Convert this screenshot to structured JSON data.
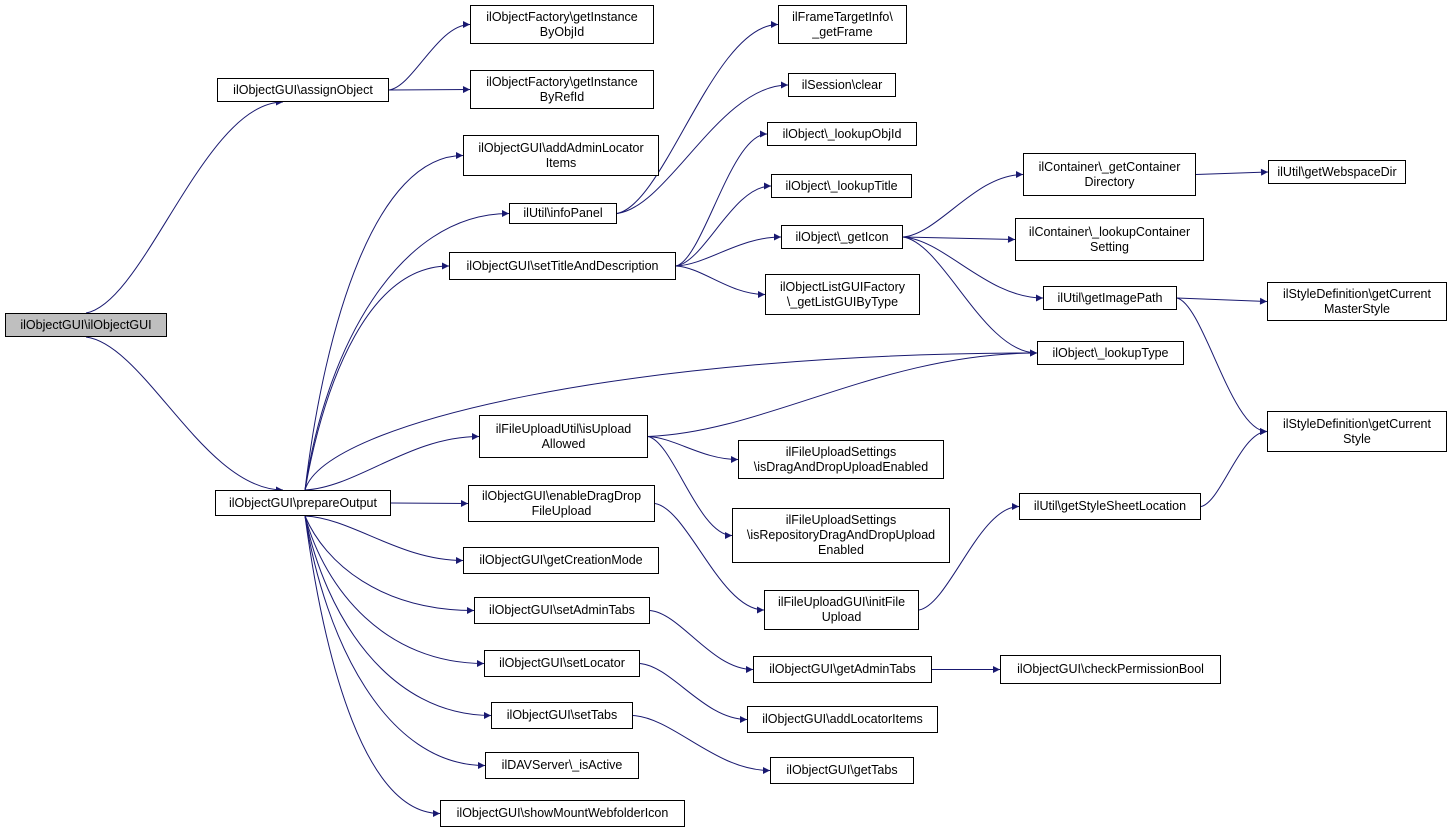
{
  "nodes": [
    {
      "id": "root",
      "label": "ilObjectGUI\\ilObjectGUI",
      "root": true
    },
    {
      "id": "assignObject",
      "label": "ilObjectGUI\\assignObject"
    },
    {
      "id": "prepareOutput",
      "label": "ilObjectGUI\\prepareOutput"
    },
    {
      "id": "getInstanceByObjId",
      "label": "ilObjectFactory\\getInstance\nByObjId"
    },
    {
      "id": "getInstanceByRefId",
      "label": "ilObjectFactory\\getInstance\nByRefId"
    },
    {
      "id": "addAdminLocatorItems",
      "label": "ilObjectGUI\\addAdminLocator\nItems"
    },
    {
      "id": "infoPanel",
      "label": "ilUtil\\infoPanel"
    },
    {
      "id": "setTitleAndDescription",
      "label": "ilObjectGUI\\setTitleAndDescription"
    },
    {
      "id": "getFrame",
      "label": "ilFrameTargetInfo\\\n_getFrame"
    },
    {
      "id": "sessionClear",
      "label": "ilSession\\clear"
    },
    {
      "id": "lookupObjId",
      "label": "ilObject\\_lookupObjId"
    },
    {
      "id": "lookupTitle",
      "label": "ilObject\\_lookupTitle"
    },
    {
      "id": "getIcon",
      "label": "ilObject\\_getIcon"
    },
    {
      "id": "getListGUIByType",
      "label": "ilObjectListGUIFactory\n\\_getListGUIByType"
    },
    {
      "id": "getContainerDirectory",
      "label": "ilContainer\\_getContainer\nDirectory"
    },
    {
      "id": "lookupContainerSetting",
      "label": "ilContainer\\_lookupContainer\nSetting"
    },
    {
      "id": "getImagePath",
      "label": "ilUtil\\getImagePath"
    },
    {
      "id": "lookupType",
      "label": "ilObject\\_lookupType"
    },
    {
      "id": "getWebspaceDir",
      "label": "ilUtil\\getWebspaceDir"
    },
    {
      "id": "getCurrentMasterStyle",
      "label": "ilStyleDefinition\\getCurrent\nMasterStyle"
    },
    {
      "id": "getCurrentStyle",
      "label": "ilStyleDefinition\\getCurrent\nStyle"
    },
    {
      "id": "isUploadAllowed",
      "label": "ilFileUploadUtil\\isUpload\nAllowed"
    },
    {
      "id": "isDragAndDropUploadEnabled",
      "label": "ilFileUploadSettings\n\\isDragAndDropUploadEnabled"
    },
    {
      "id": "isRepositoryDragAndDropUploadEnabled",
      "label": "ilFileUploadSettings\n\\isRepositoryDragAndDropUpload\nEnabled"
    },
    {
      "id": "enableDragDropFileUpload",
      "label": "ilObjectGUI\\enableDragDrop\nFileUpload"
    },
    {
      "id": "getCreationMode",
      "label": "ilObjectGUI\\getCreationMode"
    },
    {
      "id": "setAdminTabs",
      "label": "ilObjectGUI\\setAdminTabs"
    },
    {
      "id": "setLocator",
      "label": "ilObjectGUI\\setLocator"
    },
    {
      "id": "setTabs",
      "label": "ilObjectGUI\\setTabs"
    },
    {
      "id": "isActive",
      "label": "ilDAVServer\\_isActive"
    },
    {
      "id": "showMountWebfolderIcon",
      "label": "ilObjectGUI\\showMountWebfolderIcon"
    },
    {
      "id": "getStyleSheetLocation",
      "label": "ilUtil\\getStyleSheetLocation"
    },
    {
      "id": "initFileUpload",
      "label": "ilFileUploadGUI\\initFile\nUpload"
    },
    {
      "id": "getAdminTabs",
      "label": "ilObjectGUI\\getAdminTabs"
    },
    {
      "id": "checkPermissionBool",
      "label": "ilObjectGUI\\checkPermissionBool"
    },
    {
      "id": "addLocatorItems",
      "label": "ilObjectGUI\\addLocatorItems"
    },
    {
      "id": "getTabs",
      "label": "ilObjectGUI\\getTabs"
    }
  ],
  "edges": [
    [
      "root",
      "assignObject"
    ],
    [
      "root",
      "prepareOutput"
    ],
    [
      "assignObject",
      "getInstanceByObjId"
    ],
    [
      "assignObject",
      "getInstanceByRefId"
    ],
    [
      "prepareOutput",
      "addAdminLocatorItems"
    ],
    [
      "prepareOutput",
      "infoPanel"
    ],
    [
      "prepareOutput",
      "setTitleAndDescription"
    ],
    [
      "prepareOutput",
      "lookupType"
    ],
    [
      "prepareOutput",
      "isUploadAllowed"
    ],
    [
      "prepareOutput",
      "enableDragDropFileUpload"
    ],
    [
      "prepareOutput",
      "getCreationMode"
    ],
    [
      "prepareOutput",
      "setAdminTabs"
    ],
    [
      "prepareOutput",
      "setLocator"
    ],
    [
      "prepareOutput",
      "setTabs"
    ],
    [
      "prepareOutput",
      "isActive"
    ],
    [
      "prepareOutput",
      "showMountWebfolderIcon"
    ],
    [
      "infoPanel",
      "getFrame"
    ],
    [
      "infoPanel",
      "sessionClear"
    ],
    [
      "setTitleAndDescription",
      "lookupObjId"
    ],
    [
      "setTitleAndDescription",
      "lookupTitle"
    ],
    [
      "setTitleAndDescription",
      "getIcon"
    ],
    [
      "setTitleAndDescription",
      "getListGUIByType"
    ],
    [
      "getIcon",
      "getContainerDirectory"
    ],
    [
      "getIcon",
      "lookupContainerSetting"
    ],
    [
      "getIcon",
      "getImagePath"
    ],
    [
      "getIcon",
      "lookupType"
    ],
    [
      "getContainerDirectory",
      "getWebspaceDir"
    ],
    [
      "getImagePath",
      "getCurrentMasterStyle"
    ],
    [
      "getImagePath",
      "getCurrentStyle"
    ],
    [
      "isUploadAllowed",
      "lookupType"
    ],
    [
      "isUploadAllowed",
      "isDragAndDropUploadEnabled"
    ],
    [
      "isUploadAllowed",
      "isRepositoryDragAndDropUploadEnabled"
    ],
    [
      "enableDragDropFileUpload",
      "initFileUpload"
    ],
    [
      "initFileUpload",
      "getStyleSheetLocation"
    ],
    [
      "getStyleSheetLocation",
      "getCurrentStyle"
    ],
    [
      "setAdminTabs",
      "getAdminTabs"
    ],
    [
      "getAdminTabs",
      "checkPermissionBool"
    ],
    [
      "setLocator",
      "addLocatorItems"
    ],
    [
      "setTabs",
      "getTabs"
    ]
  ],
  "colors": {
    "edge": "#191970",
    "root_fill": "#bfbfbf",
    "node_border": "#000000"
  }
}
